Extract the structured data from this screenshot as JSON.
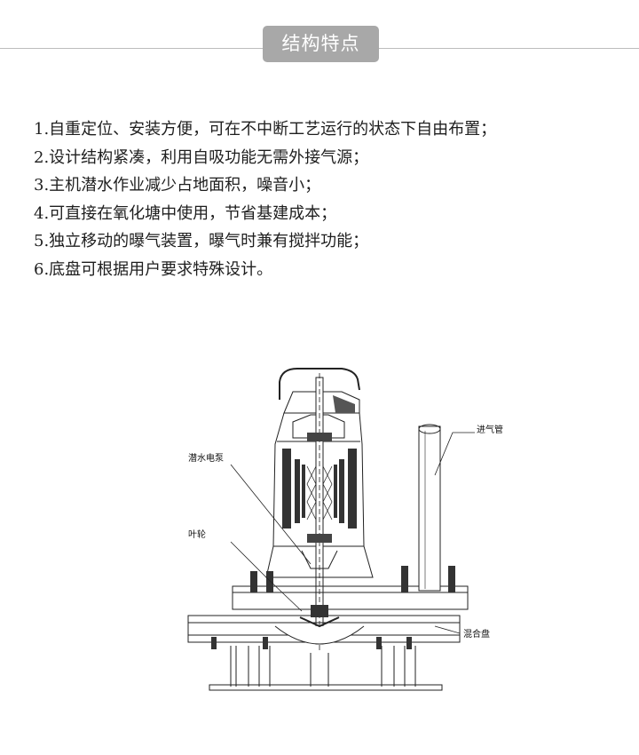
{
  "header": {
    "title": "结构特点"
  },
  "features": [
    "1.自重定位、安装方便，可在不中断工艺运行的状态下自由布置；",
    "2.设计结构紧凑，利用自吸功能无需外接气源；",
    "3.主机潜水作业减少占地面积，噪音小；",
    "4.可直接在氧化塘中使用，节省基建成本；",
    "5.独立移动的曝气装置，曝气时兼有搅拌功能；",
    "6.底盘可根据用户要求特殊设计。"
  ],
  "diagram": {
    "labels": {
      "pump": "潜水电泵",
      "impeller": "叶轮",
      "air_pipe": "进气管",
      "mixing_plate": "混合盘"
    }
  }
}
